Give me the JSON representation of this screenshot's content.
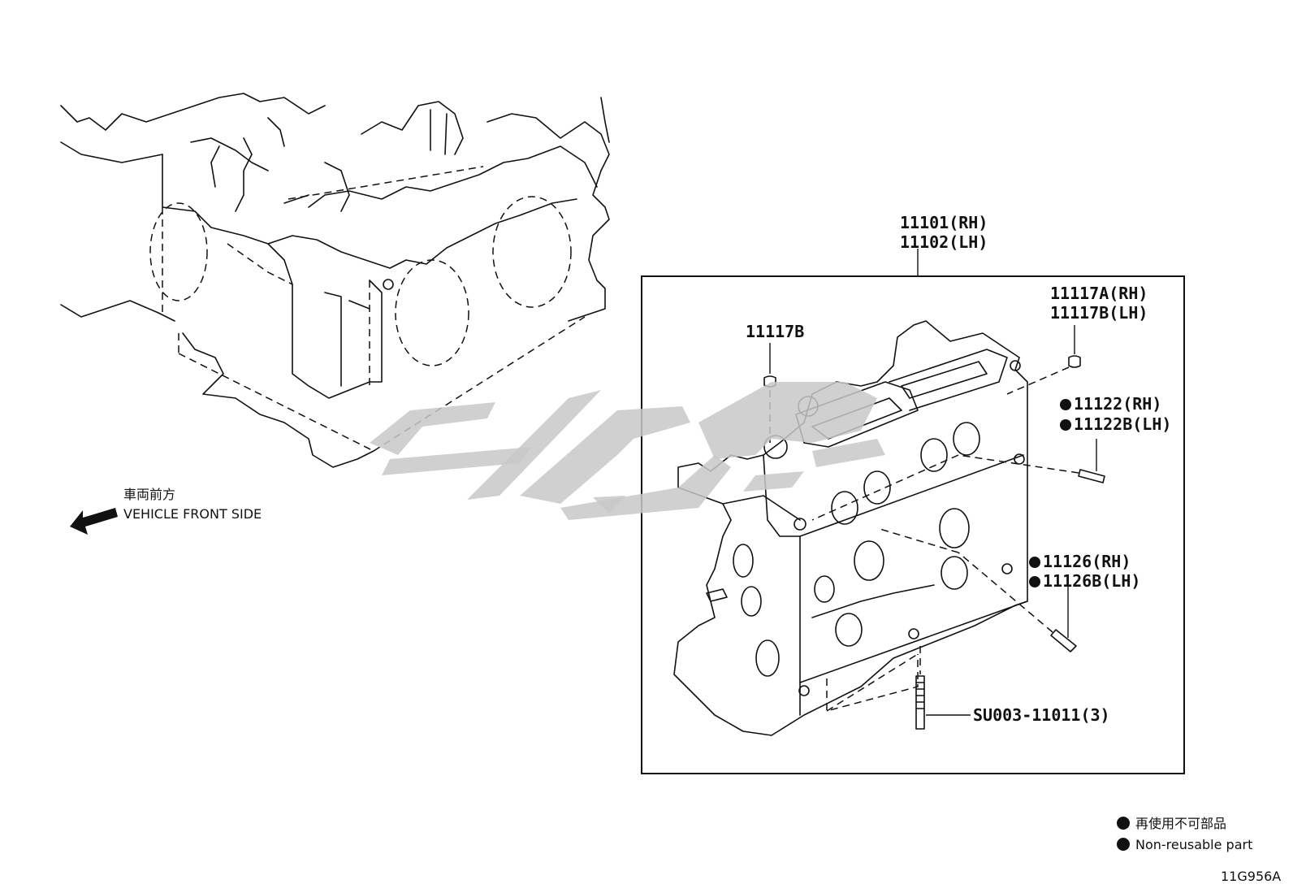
{
  "diagram": {
    "callouts": {
      "head_rh": "11101(RH)",
      "head_lh": "11102(LH)",
      "plug_b": "11117B",
      "plug_a_rh": "11117A(RH)",
      "plug_b_lh": "11117B(LH)",
      "pin_122_rh": "11122(RH)",
      "pin_122_lh": "11122B(LH)",
      "pin_126_rh": "11126(RH)",
      "pin_126_lh": "11126B(LH)",
      "stud": "SU003-11011(3)"
    },
    "direction": {
      "jp": "車両前方",
      "en": "VEHICLE FRONT SIDE"
    },
    "legend": {
      "jp": "再使用不可部品",
      "en": "Non-reusable part"
    },
    "code": "11G956A"
  },
  "colors": {
    "line": "#111111",
    "watermark": "#c8c8c8",
    "background": "#ffffff"
  }
}
